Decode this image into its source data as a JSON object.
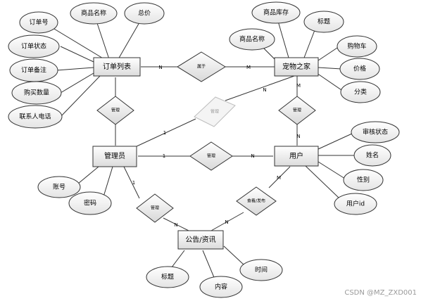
{
  "entities": {
    "order_list": "订单列表",
    "pet_home": "宠物之家",
    "admin": "管理员",
    "user": "用户",
    "notice": "公告/资讯"
  },
  "attributes": {
    "order_no": "订单号",
    "order_product_name": "商品名称",
    "order_total": "总价",
    "order_status": "订单状态",
    "order_note": "订单备注",
    "order_qty": "购买数量",
    "order_phone": "联系人电话",
    "pet_stock": "商品库存",
    "pet_product_name": "商品名称",
    "pet_title": "标题",
    "pet_cart": "购物车",
    "pet_price": "价格",
    "pet_category": "分类",
    "admin_account": "账号",
    "admin_password": "密码",
    "user_review": "审核状态",
    "user_name": "姓名",
    "user_gender": "性别",
    "user_id": "用户id",
    "notice_title": "标题",
    "notice_content": "内容",
    "notice_time": "时间"
  },
  "relationships": {
    "belongs": "属于",
    "manage_order": "管理",
    "manage_pet": "管理",
    "manage_user_pet": "管理",
    "manage_user": "管理",
    "manage_notice": "管理",
    "view_publish": "查看/发布"
  },
  "cardinality": {
    "order_belongs": "N",
    "belongs_pet": "M",
    "pet_admin_line": "N",
    "admin_line": "1",
    "pet_user_top": "M",
    "pet_user_bottom": "N",
    "admin_user_left": "1",
    "admin_user_right": "N",
    "admin_notice": "1",
    "notice_manage": "N",
    "user_view": "M",
    "view_notice": "N"
  },
  "watermark": "CSDN @MZ_ZXD001"
}
